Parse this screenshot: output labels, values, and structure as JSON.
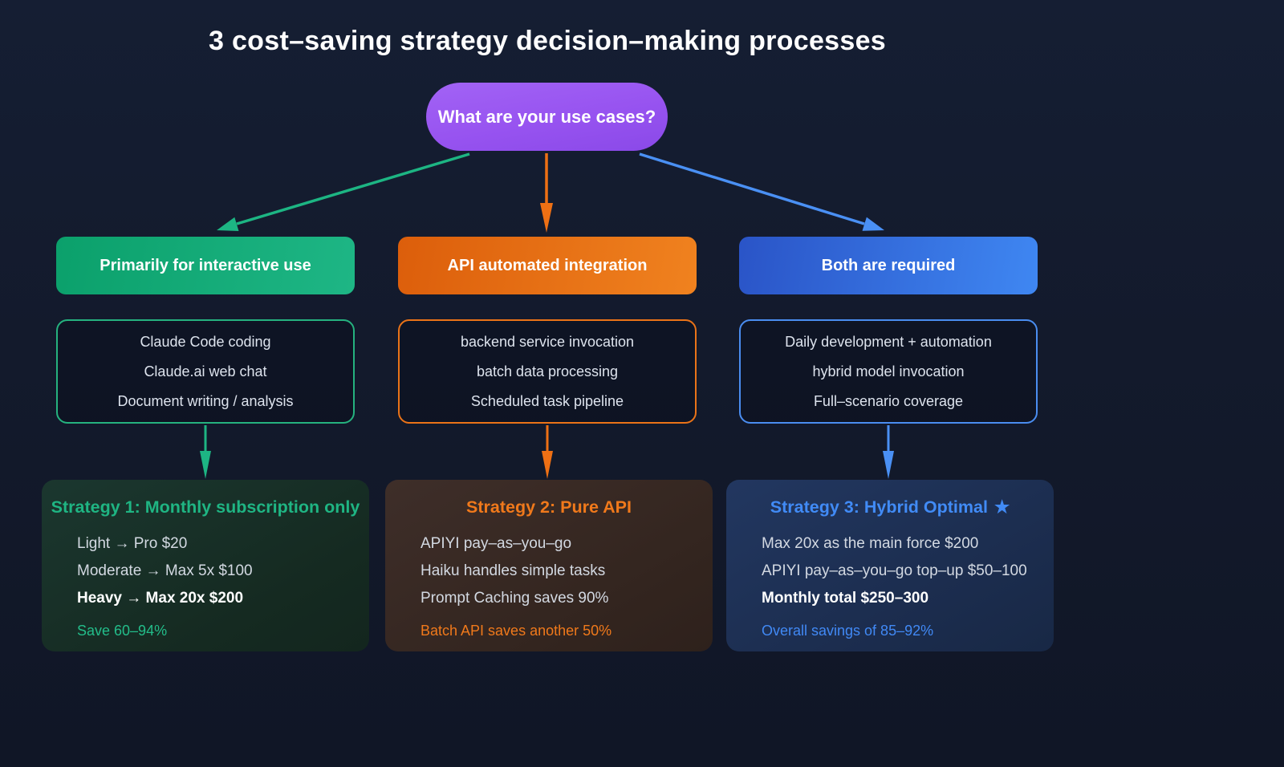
{
  "page_title": "3 cost–saving strategy decision–making processes",
  "root": {
    "question": "What are your use cases?",
    "color": "#9a58f3"
  },
  "colors": {
    "purple": "#9a58f3",
    "green": "#1db583",
    "orange": "#ee7014",
    "blue": "#4a90f4"
  },
  "branches": [
    {
      "header": "Primarily for interactive use",
      "accent": "#1db583",
      "use_cases": [
        "Claude Code coding",
        "Claude.ai web chat",
        "Document writing / analysis"
      ],
      "strategy": {
        "title": "Strategy 1: Monthly subscription only",
        "lines": [
          {
            "text": "Light → Pro $20",
            "bold": false
          },
          {
            "text": "Moderate → Max 5x $100",
            "bold": false
          },
          {
            "text": "Heavy → Max 20x $200",
            "bold": true
          }
        ],
        "footer": "Save 60–94%"
      }
    },
    {
      "header": "API automated integration",
      "accent": "#ee7014",
      "use_cases": [
        "backend service invocation",
        "batch data processing",
        "Scheduled task pipeline"
      ],
      "strategy": {
        "title": "Strategy 2: Pure API",
        "lines": [
          {
            "text": "APIYI pay–as–you–go",
            "bold": false
          },
          {
            "text": "Haiku handles simple tasks",
            "bold": false
          },
          {
            "text": "Prompt Caching saves 90%",
            "bold": false
          }
        ],
        "footer": "Batch API saves another 50%"
      }
    },
    {
      "header": "Both are required",
      "accent": "#4a90f4",
      "use_cases": [
        "Daily development + automation",
        "hybrid model invocation",
        "Full–scenario coverage"
      ],
      "strategy": {
        "title": "Strategy 3: Hybrid Optimal",
        "star": "★",
        "lines": [
          {
            "text": "Max 20x as the main force $200",
            "bold": false
          },
          {
            "text": "APIYI pay–as–you–go top–up $50–100",
            "bold": false
          },
          {
            "text": "Monthly total $250–300",
            "bold": true
          }
        ],
        "footer": "Overall savings of 85–92%"
      }
    }
  ]
}
